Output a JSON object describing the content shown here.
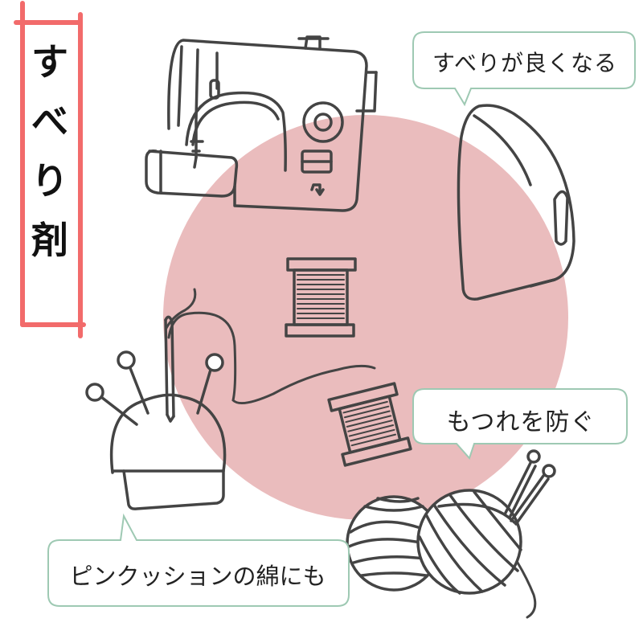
{
  "title": {
    "chars": [
      "す",
      "べ",
      "り",
      "剤"
    ],
    "frame_color": "#f26b6b"
  },
  "background_circle_color": "#eabcbd",
  "bubbles": [
    {
      "text": "すべりが良くなる",
      "border_color": "#9ec9b3"
    },
    {
      "text": "もつれを防ぐ",
      "border_color": "#9ec9b3"
    },
    {
      "text": "ピンクッションの綿にも",
      "border_color": "#9ec9b3"
    }
  ],
  "illustrations": [
    "sewing-machine-icon",
    "iron-icon",
    "thread-spool-icon",
    "needle-icon",
    "pincushion-icon",
    "yarn-ball-icon",
    "knitting-needle-icon"
  ]
}
